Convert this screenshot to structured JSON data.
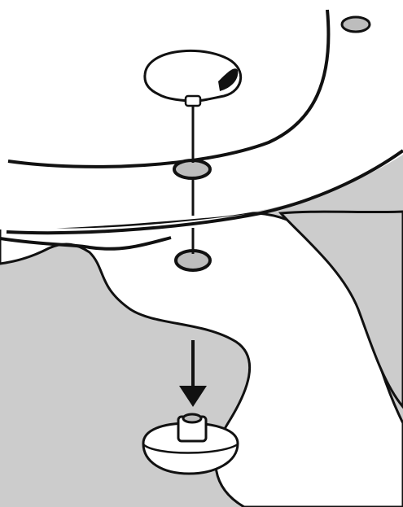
{
  "figure": {
    "type": "assembly-diagram",
    "colors": {
      "background": "#cccccc",
      "part_fill": "#ffffff",
      "line": "#111111",
      "hole_fill": "#bdbdbd"
    },
    "parts": [
      {
        "name": "toilet-seat",
        "role": "upper seat panel"
      },
      {
        "name": "toilet-bowl-rim",
        "role": "lower bowl rim"
      },
      {
        "name": "hinge-bolt",
        "role": "mushroom-head bolt with shank"
      },
      {
        "name": "mounting-nut",
        "role": "round nut below bowl"
      }
    ],
    "arrow": {
      "direction": "down"
    }
  }
}
